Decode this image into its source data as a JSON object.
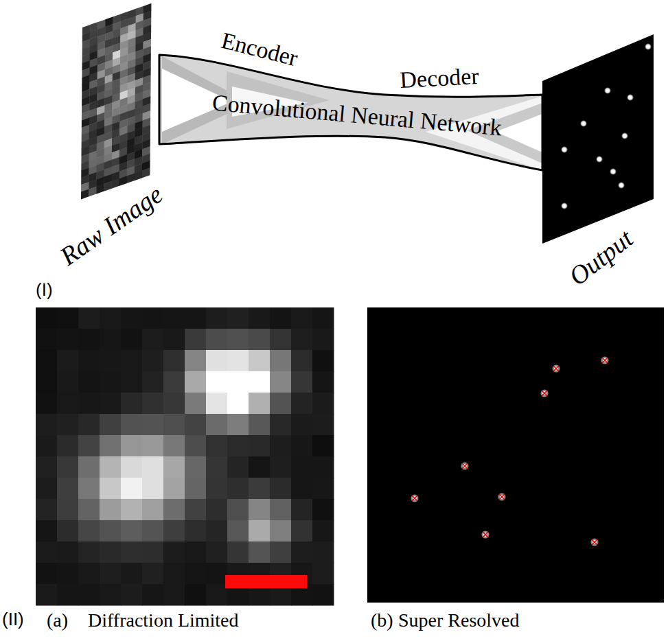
{
  "diagram": {
    "nodes": [
      {
        "text": [
          "Raw Image"
        ]
      },
      {
        "text": [
          "Encoder",
          "Decoder",
          "Convolutional Neural Network"
        ]
      },
      {
        "text": [
          "Output"
        ]
      }
    ],
    "labels": [
      "(I)",
      "(II)",
      "(a)",
      "Diffraction Limited",
      "(b)",
      "Super Resolved"
    ]
  }
}
